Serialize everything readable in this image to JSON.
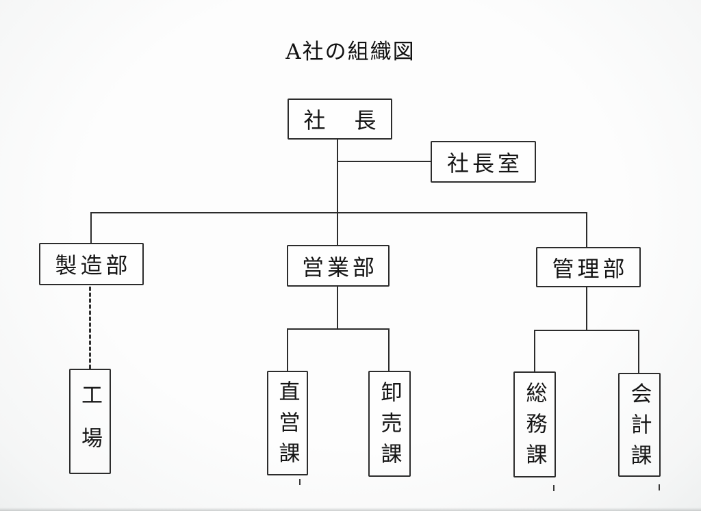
{
  "title": "A社の組織図",
  "colors": {
    "background": "#f7f8f8",
    "line": "#2c2c2c",
    "text": "#151515",
    "box_border": "#2c2c2c"
  },
  "nodes": {
    "president": {
      "label": "社　長",
      "orientation": "horizontal"
    },
    "president_office": {
      "label": "社長室",
      "orientation": "horizontal"
    },
    "manufacturing": {
      "label": "製造部",
      "orientation": "horizontal"
    },
    "sales": {
      "label": "営業部",
      "orientation": "horizontal"
    },
    "administration": {
      "label": "管理部",
      "orientation": "horizontal"
    },
    "factory": {
      "label": "工場",
      "orientation": "vertical"
    },
    "direct_sales": {
      "label": "直営課",
      "orientation": "vertical"
    },
    "wholesale": {
      "label": "卸売課",
      "orientation": "vertical"
    },
    "general_affairs": {
      "label": "総務課",
      "orientation": "vertical"
    },
    "accounting": {
      "label": "会計課",
      "orientation": "vertical"
    }
  },
  "connections": [
    {
      "from": "president",
      "to": "president_office",
      "style": "solid"
    },
    {
      "from": "president",
      "to": "manufacturing",
      "style": "solid"
    },
    {
      "from": "president",
      "to": "sales",
      "style": "solid"
    },
    {
      "from": "president",
      "to": "administration",
      "style": "solid"
    },
    {
      "from": "manufacturing",
      "to": "factory",
      "style": "dotted"
    },
    {
      "from": "sales",
      "to": "direct_sales",
      "style": "solid"
    },
    {
      "from": "sales",
      "to": "wholesale",
      "style": "solid"
    },
    {
      "from": "administration",
      "to": "general_affairs",
      "style": "solid"
    },
    {
      "from": "administration",
      "to": "accounting",
      "style": "solid"
    }
  ]
}
